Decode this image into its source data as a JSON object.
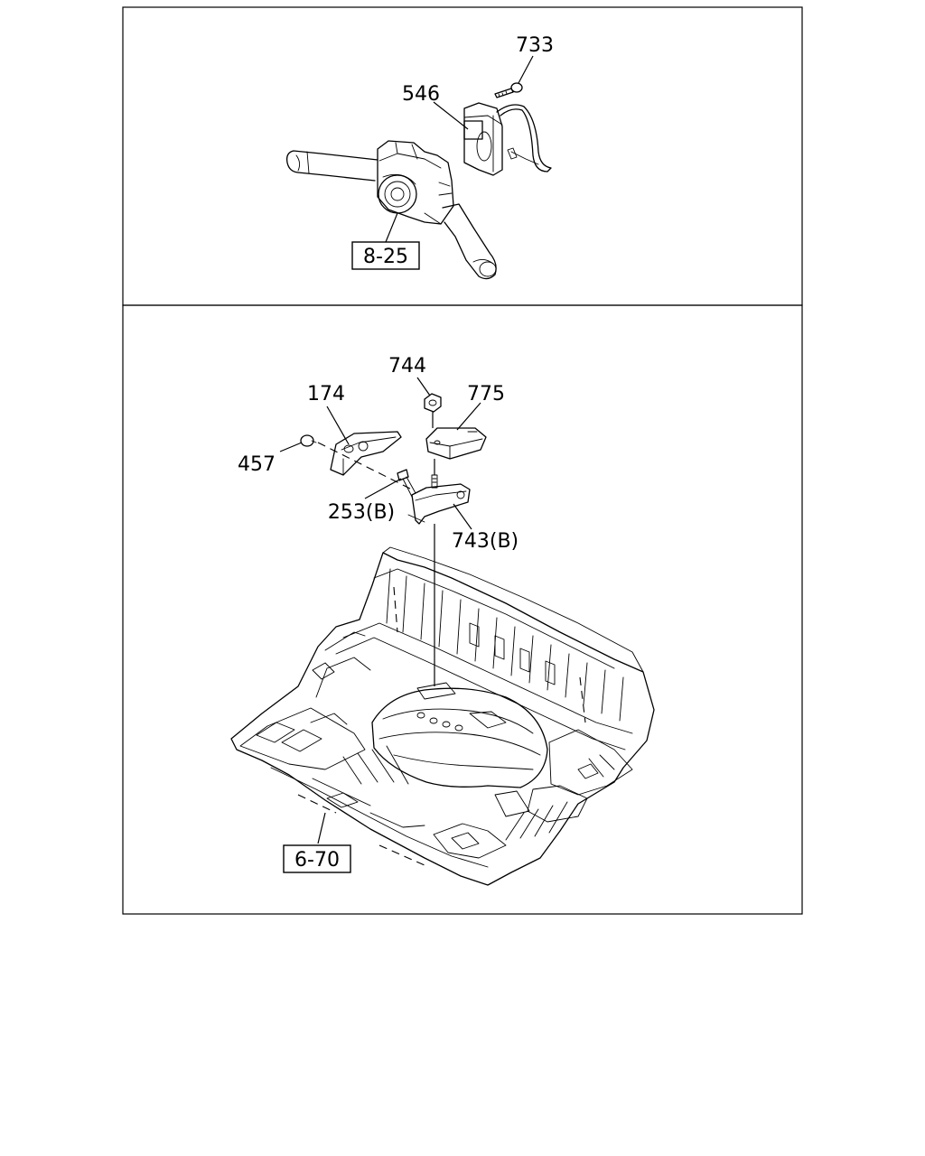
{
  "callouts": {
    "c733": "733",
    "c546": "546",
    "ref_825": "8-25",
    "c744": "744",
    "c174": "174",
    "c775": "775",
    "c457": "457",
    "c253b": "253(B)",
    "c743b": "743(B)",
    "ref_670": "6-70"
  }
}
